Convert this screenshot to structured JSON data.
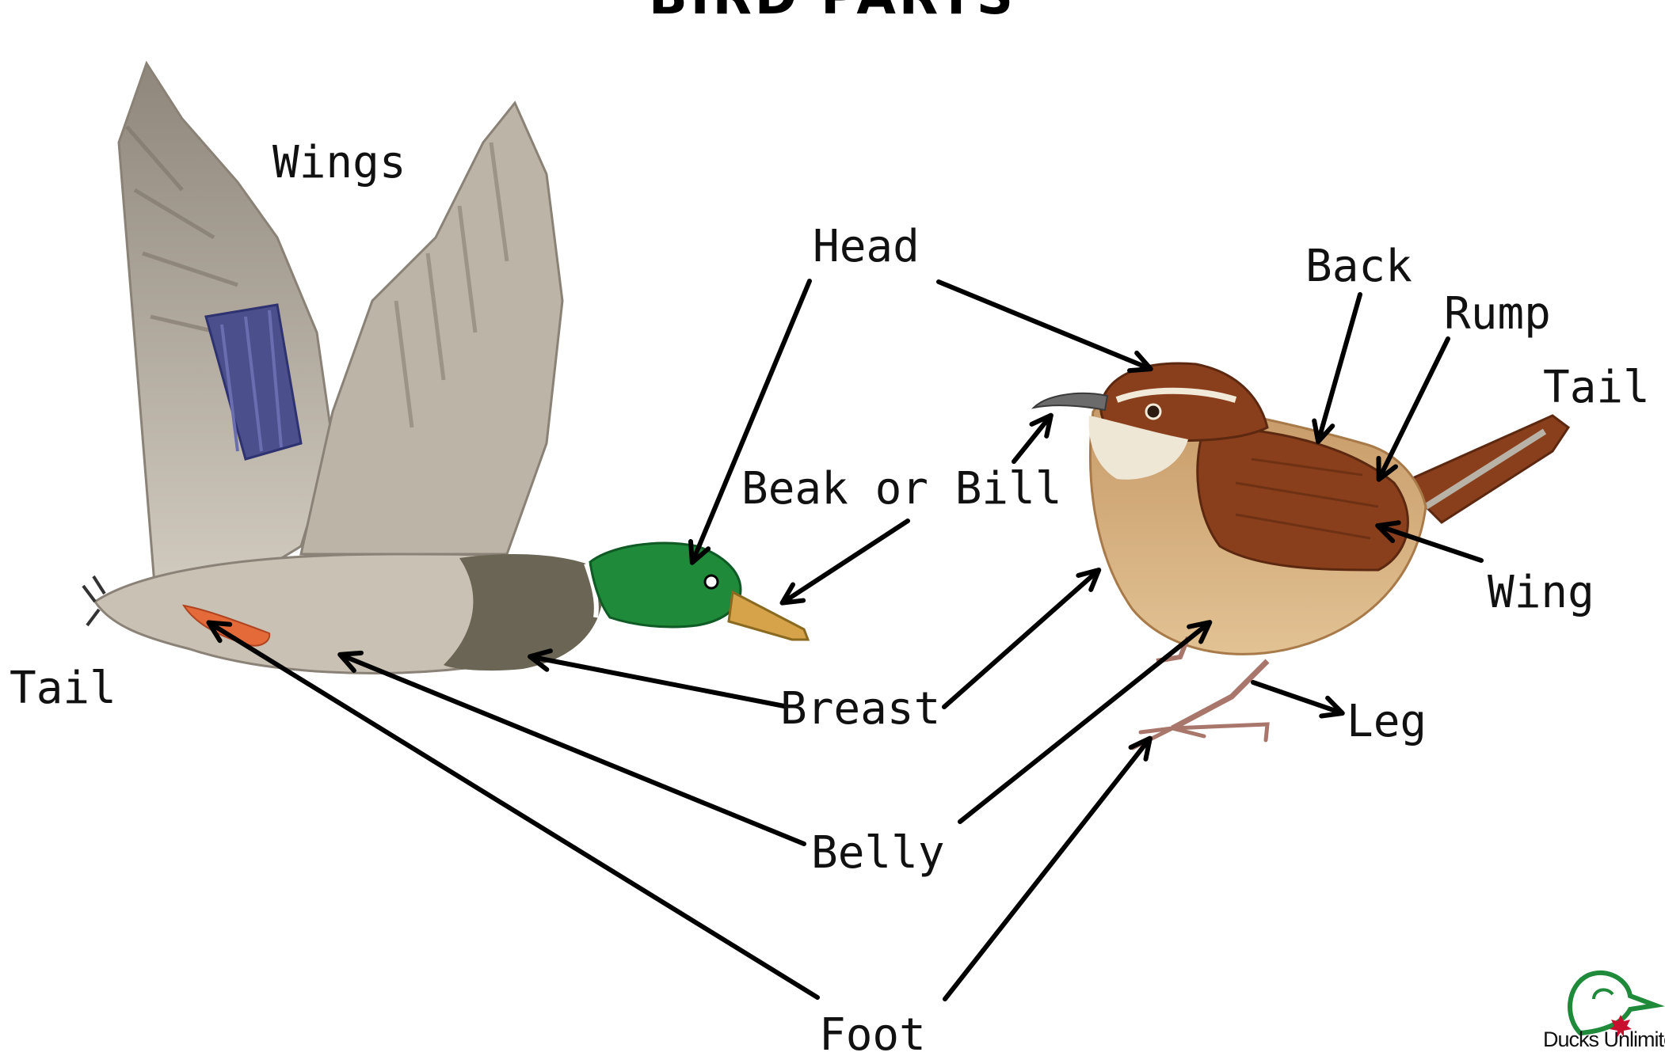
{
  "title": "BIRD PARTS",
  "labels": {
    "wings": "Wings",
    "head": "Head",
    "back": "Back",
    "rump": "Rump",
    "tail_wren": "Tail",
    "beak": "Beak or Bill",
    "wing": "Wing",
    "tail_duck": "Tail",
    "breast": "Breast",
    "leg": "Leg",
    "belly": "Belly",
    "foot": "Foot"
  },
  "logo": {
    "text": "Ducks Unlimited"
  },
  "colors": {
    "arrow": "#000000",
    "duck_head": "#1e8a3a",
    "duck_body": "#c9c1b3",
    "duck_wing": "#9c9386",
    "speculum": "#4b4f8c",
    "wren_back": "#8a3f1c",
    "wren_belly": "#d6b27e",
    "logo_green": "#1e8a3a",
    "logo_red": "#c8102e"
  }
}
